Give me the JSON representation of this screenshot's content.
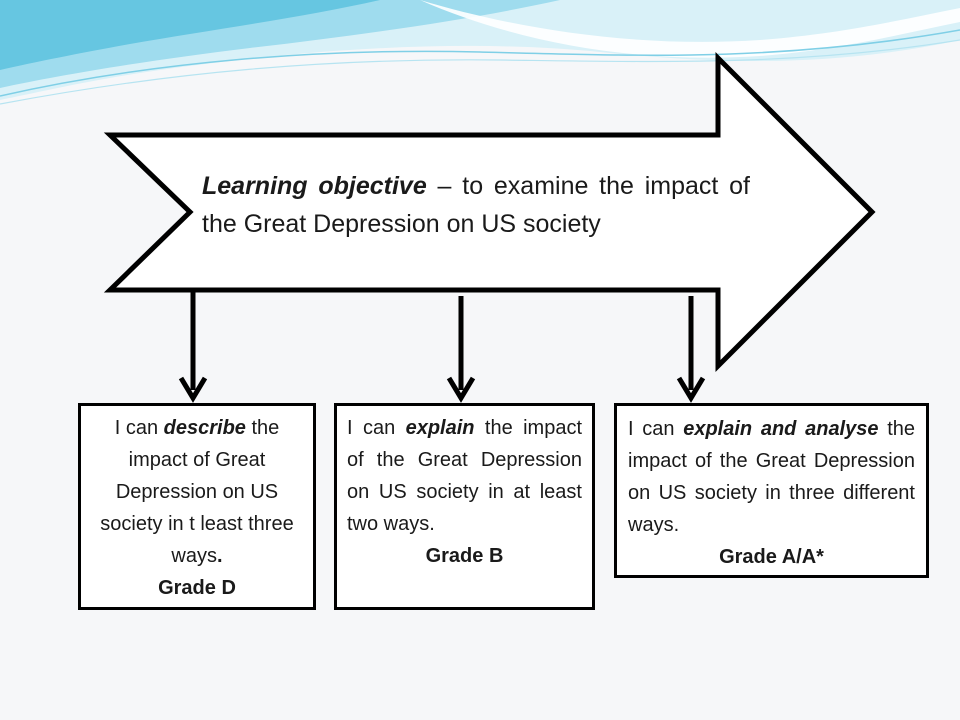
{
  "objective": {
    "lead": "Learning objective",
    "rest": " – to examine the impact of the Great Depression on US society"
  },
  "criteria": [
    {
      "prefix": "I can ",
      "keyword": "describe",
      "suffix": " the impact of Great Depression on US society in t least three ways",
      "end_mark": ".",
      "grade": "Grade D"
    },
    {
      "prefix": "I can ",
      "keyword": "explain",
      "suffix": " the impact of the Great Depression on US society in at least two ways.",
      "end_mark": "",
      "grade": "Grade B"
    },
    {
      "prefix": "I can ",
      "keyword": "explain and analyse",
      "suffix": " the impact of the Great Depression on US society in three different ways.",
      "end_mark": "",
      "grade": "Grade A/A*"
    }
  ],
  "colors": {
    "wave_light": "#cfeef7",
    "wave_mid": "#8fd6ea",
    "wave_deep": "#4fbcd9",
    "outline": "#000000"
  }
}
